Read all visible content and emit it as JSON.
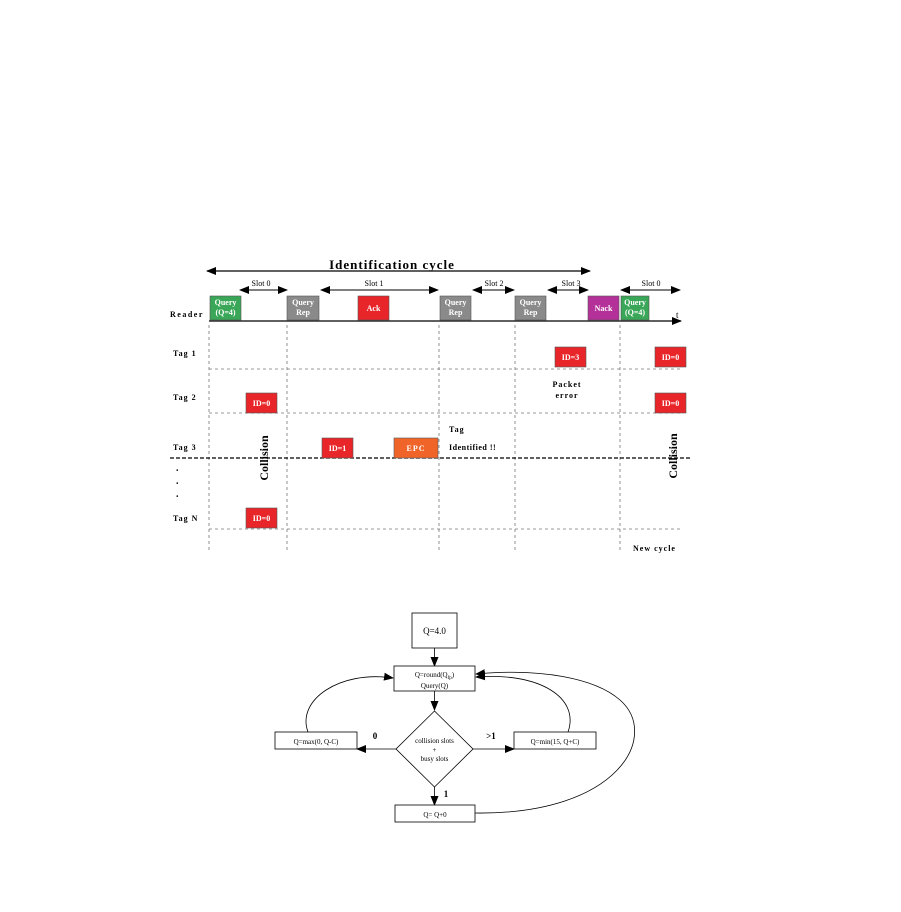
{
  "timing": {
    "title": "Identification cycle",
    "slot_labels": [
      "Slot 0",
      "Slot 1",
      "Slot 2",
      "Slot 3",
      "Slot 0"
    ],
    "time_label": "t",
    "rows": [
      "Reader",
      "Tag 1",
      "Tag 2",
      "Tag 3",
      "Tag N"
    ],
    "ellipsis": ".",
    "reader_boxes": {
      "query": [
        "Query",
        "(Q=4)"
      ],
      "query_rep": [
        "Query",
        "Rep"
      ],
      "ack": "Ack",
      "nack": "Nack"
    },
    "tag_boxes": {
      "id0": "ID=0",
      "id1": "ID=1",
      "id3": "ID=3",
      "epc": "EPC"
    },
    "annotations": {
      "collision": "Collision",
      "packet_error": [
        "Packet",
        "error"
      ],
      "tag_identified": [
        "Tag",
        "Identified !!"
      ],
      "new_cycle": "New cycle"
    },
    "colors": {
      "query": "#3aa657",
      "query_rep": "#8a8a8a",
      "ack": "#e8262a",
      "nack": "#b4319a",
      "id": "#e8262a",
      "epc": "#f0642a"
    }
  },
  "flowchart": {
    "start": "Q=4.0",
    "query_box": [
      "Q=round(Q",
      "fp",
      ")",
      "Query(Q)"
    ],
    "decision": [
      "collision slots",
      "+",
      "busy slots"
    ],
    "left_box": "Q=max(0, Q-C)",
    "right_box": "Q=min(15, Q+C)",
    "bottom_box": "Q= Q+0",
    "edge_labels": {
      "left": "0",
      "right": ">1",
      "bottom": "1"
    }
  }
}
